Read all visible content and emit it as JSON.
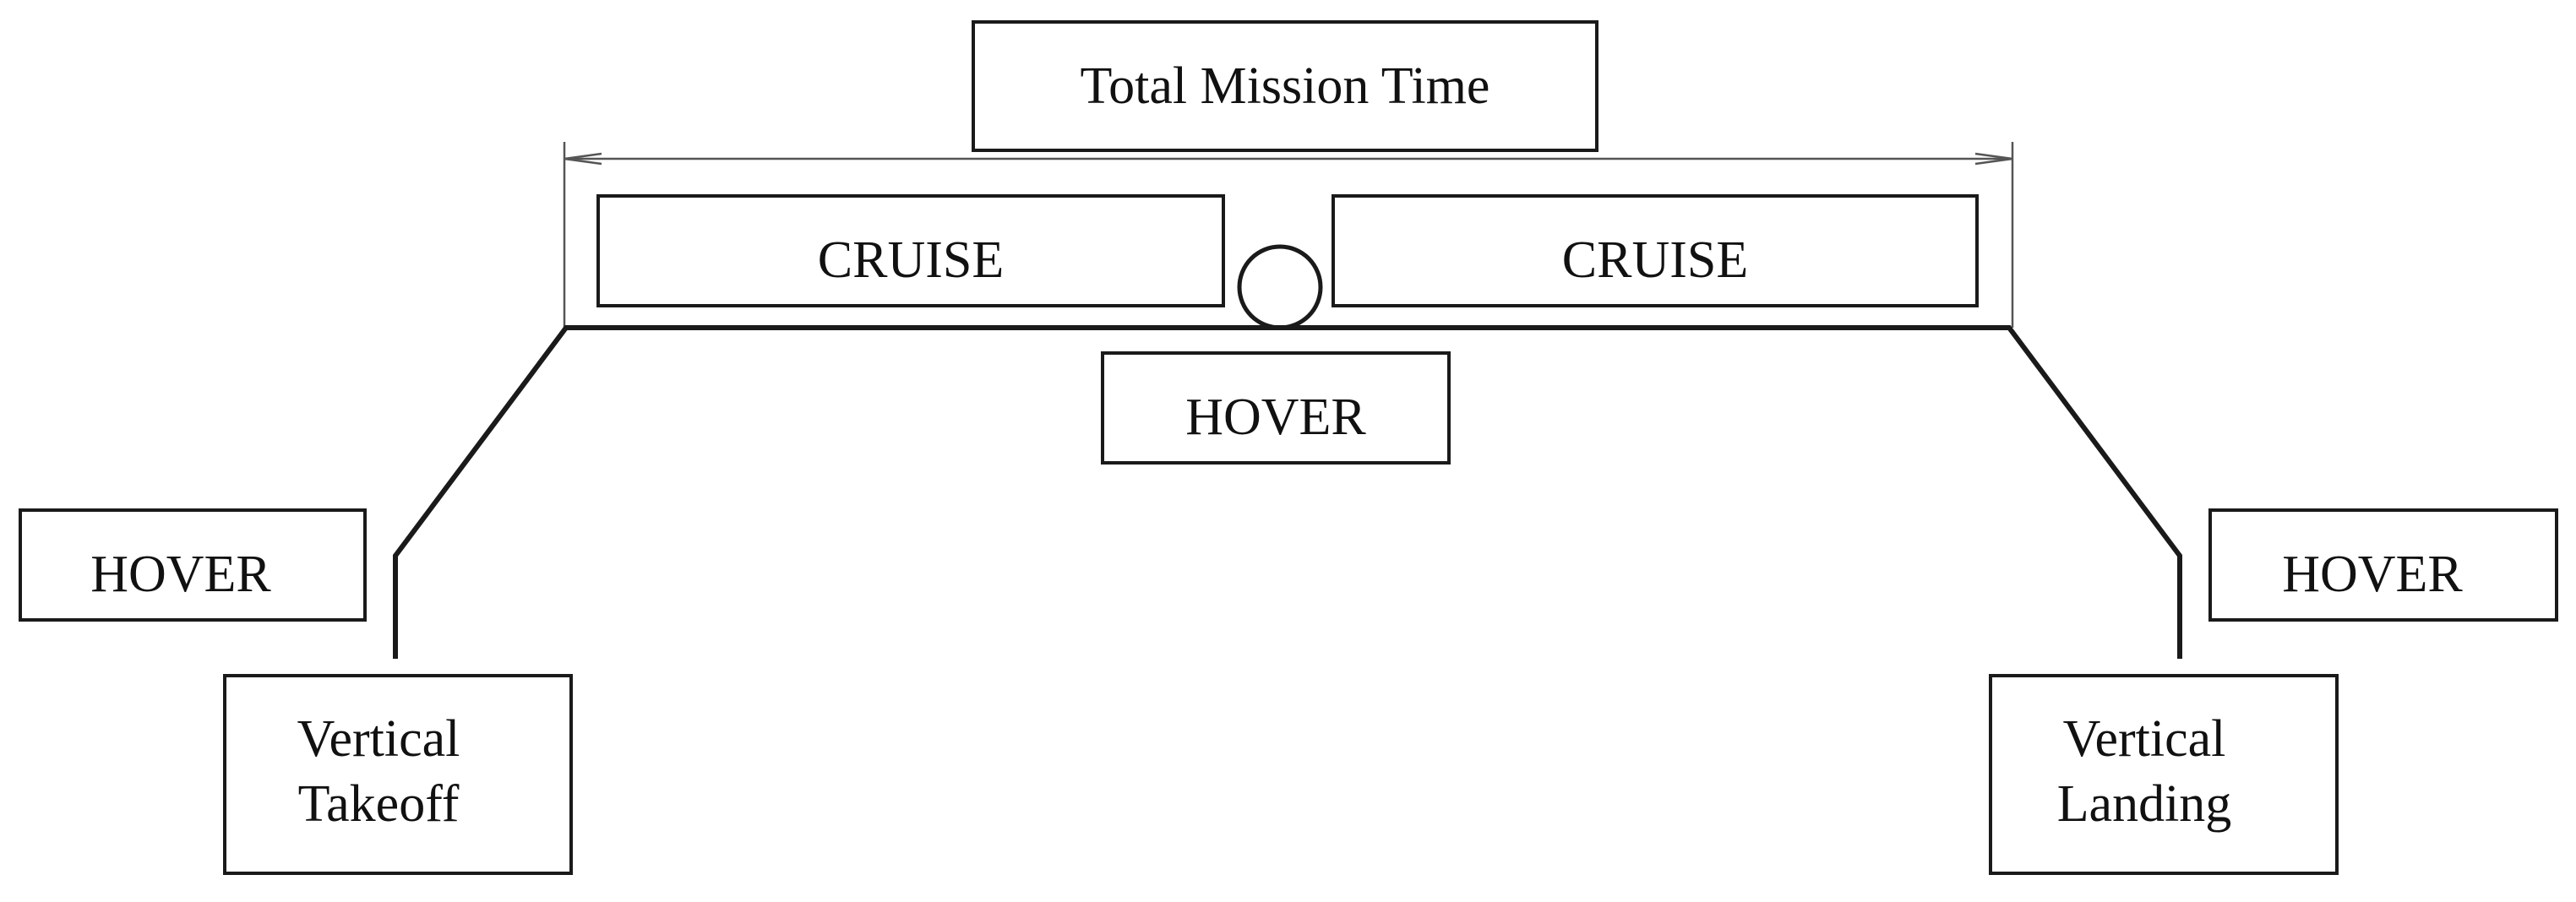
{
  "total_mission_time": "Total Mission Time",
  "cruise_left": "CRUISE",
  "cruise_right": "CRUISE",
  "hover_center": "HOVER",
  "hover_left": "HOVER",
  "hover_right": "HOVER",
  "vertical_takeoff": {
    "line1": "Vertical",
    "line2": "Takeoff"
  },
  "vertical_landing": {
    "line1": "Vertical",
    "line2": "Landing"
  },
  "colors": {
    "stroke": "#1a1a1a",
    "background": "#ffffff"
  }
}
